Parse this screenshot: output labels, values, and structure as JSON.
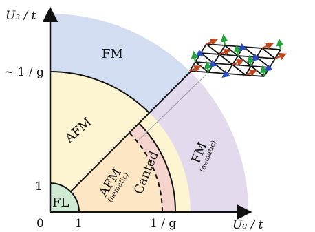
{
  "axes": {
    "x_label": "U₀ / t",
    "y_label": "U₃ / t",
    "origin": "0",
    "x_ticks": [
      "1",
      "1 / g"
    ],
    "y_ticks": [
      "1",
      "~ 1 / g"
    ]
  },
  "regions": {
    "fl": "FL",
    "fm_top": "FM",
    "afm": "AFM",
    "afm_nematic": {
      "label": "AFM",
      "sub": "(nematic)"
    },
    "canted": "Canted",
    "fm_nematic": {
      "label": "FM",
      "sub": "(nematic)"
    }
  },
  "colors": {
    "fm": "#d3ddf1",
    "afm": "#fdf4d2",
    "afm_nematic": "#fde6c4",
    "canted": "#f4d4cc",
    "fm_nematic": "#e4daee",
    "fl": "#cfe9d3",
    "axis": "#111111",
    "lattice": "#111111",
    "arrow_red": "#c0471e",
    "arrow_green": "#22a33b",
    "arrow_blue": "#2a4bc2"
  }
}
